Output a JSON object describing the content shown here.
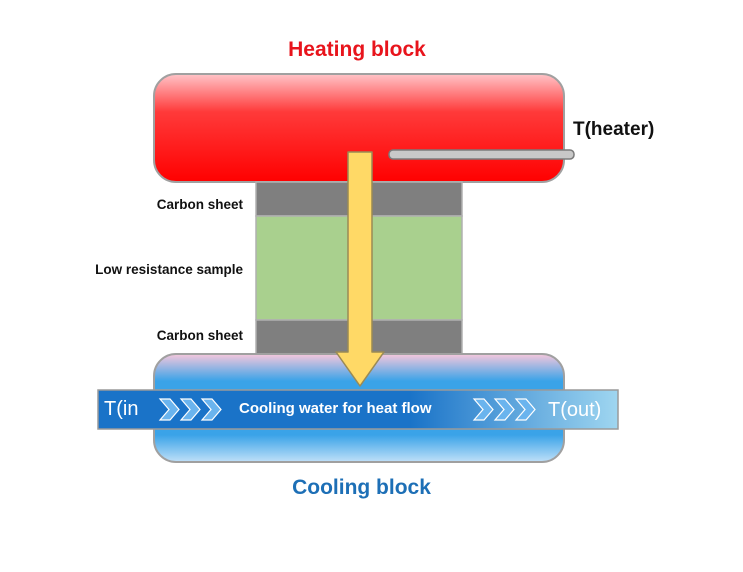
{
  "diagram": {
    "heating_block_label": "Heating block",
    "cooling_block_label": "Cooling block",
    "heater_thermocouple_label": "T(heater)",
    "top_sheet_label": "Carbon sheet",
    "sample_label": "Low resistance sample",
    "bottom_sheet_label": "Carbon sheet",
    "water_channel": {
      "inlet_label": "T(in",
      "flow_label": "Cooling water for heat flow",
      "outlet_label": "T(out)"
    },
    "colors": {
      "heating_block": "#ff0000",
      "cooling_block": "#3aa3e8",
      "carbon_sheet": "#7f7f7f",
      "sample": "#a9d08e",
      "heat_flow_arrow": "#ffd966",
      "heating_title": "#e8141c",
      "cooling_title": "#1d6fb6"
    }
  }
}
